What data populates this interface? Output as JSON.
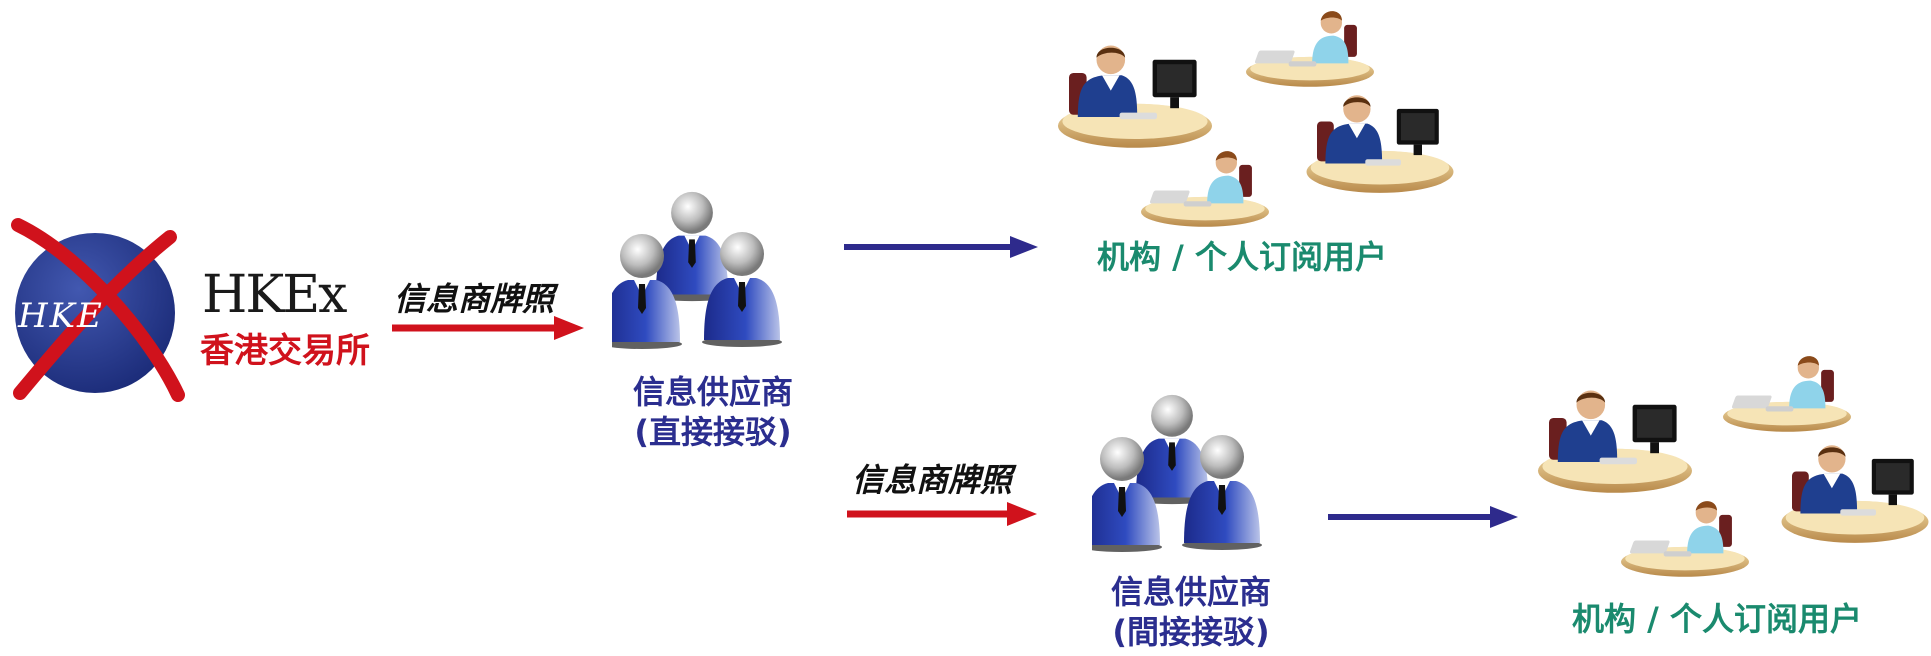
{
  "logo": {
    "badge_text": "HKE",
    "name_en": "HKEx",
    "name_zh": "香港交易所"
  },
  "license_labels": {
    "top": "信息商牌照",
    "bottom": "信息商牌照"
  },
  "vendors": {
    "direct": {
      "line1": "信息供应商",
      "line2": "(直接接驳)"
    },
    "indirect": {
      "line1": "信息供应商",
      "line2": "(間接接驳)"
    }
  },
  "subscribers": {
    "top": "机构 / 个人订阅用户",
    "bottom": "机构 / 个人订阅用户"
  },
  "colors": {
    "red_arrow": "#d0121c",
    "blue_arrow": "#2e2a8c",
    "vendor_text": "#2b2e8f",
    "subscriber_text": "#1a8a6e",
    "logo_blue": "#2b3a8c"
  },
  "icons": [
    "hkex-logo-icon",
    "vendor-group-icon",
    "workstation-user-icon"
  ]
}
